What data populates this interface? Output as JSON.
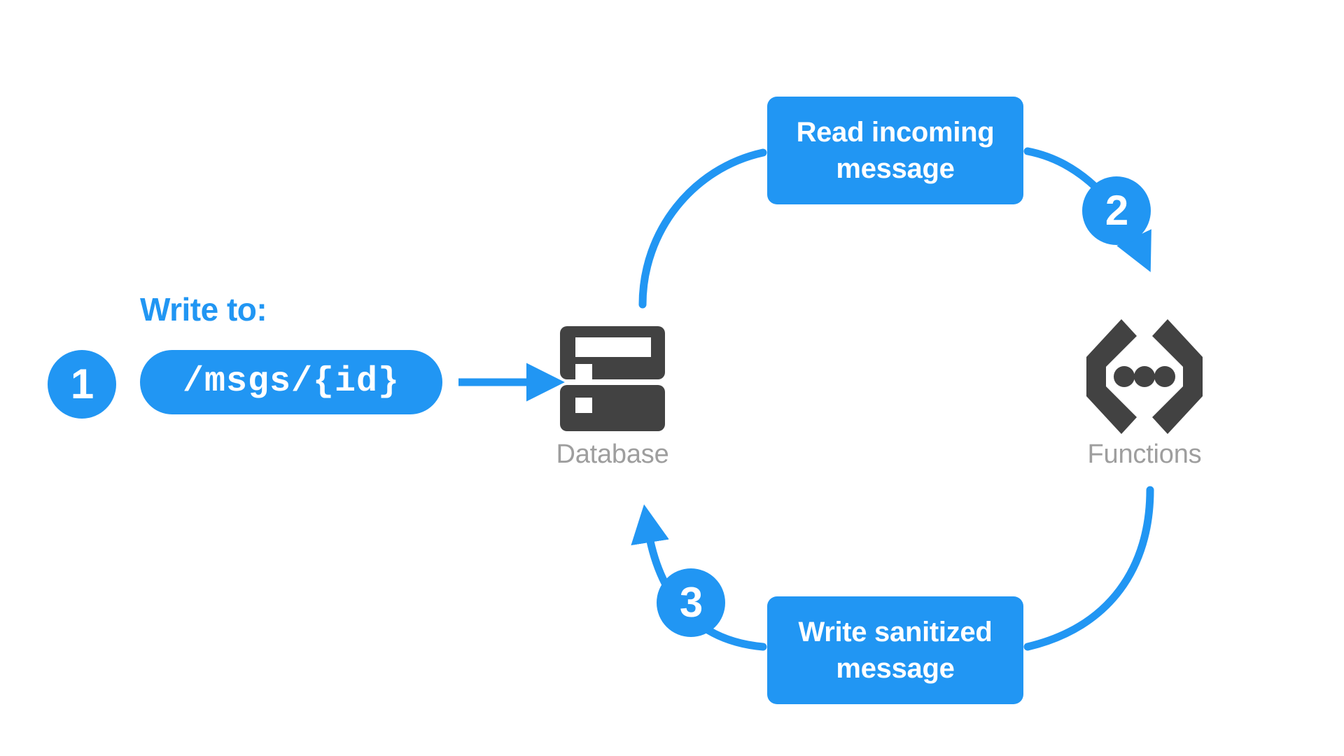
{
  "diagram": {
    "title": "Firebase database to functions sanitization flow",
    "colors": {
      "accent_blue": "#2196f3",
      "icon_dark": "#424242",
      "caption_gray": "#9e9e9e",
      "background": "#ffffff",
      "box_text": "#ffffff"
    },
    "write_label": "Write to:",
    "path_pill": {
      "value": "/msgs/{id}"
    },
    "steps": [
      {
        "number": "1",
        "name": "write-to-database"
      },
      {
        "number": "2",
        "name": "trigger-function"
      },
      {
        "number": "3",
        "name": "write-back"
      }
    ],
    "nodes": [
      {
        "id": "database",
        "caption": "Database",
        "icon": "database-icon"
      },
      {
        "id": "functions",
        "caption": "Functions",
        "icon": "functions-brackets-icon"
      }
    ],
    "boxes": [
      {
        "id": "read-incoming",
        "line1": "Read incoming",
        "line2": "message"
      },
      {
        "id": "write-sanitized",
        "line1": "Write sanitized",
        "line2": "message"
      }
    ],
    "edges": [
      {
        "id": "pill-to-database",
        "from": "path-pill",
        "to": "database",
        "style": "straight-arrow"
      },
      {
        "id": "database-to-read",
        "from": "database",
        "to": "read-incoming-box",
        "style": "curve"
      },
      {
        "id": "read-to-functions",
        "from": "read-incoming-box",
        "to": "functions",
        "style": "curve-arrow",
        "badge": "2"
      },
      {
        "id": "functions-to-write",
        "from": "functions",
        "to": "write-sanitized-box",
        "style": "curve"
      },
      {
        "id": "write-to-database",
        "from": "write-sanitized-box",
        "to": "database",
        "style": "curve-arrow",
        "badge": "3"
      }
    ]
  }
}
